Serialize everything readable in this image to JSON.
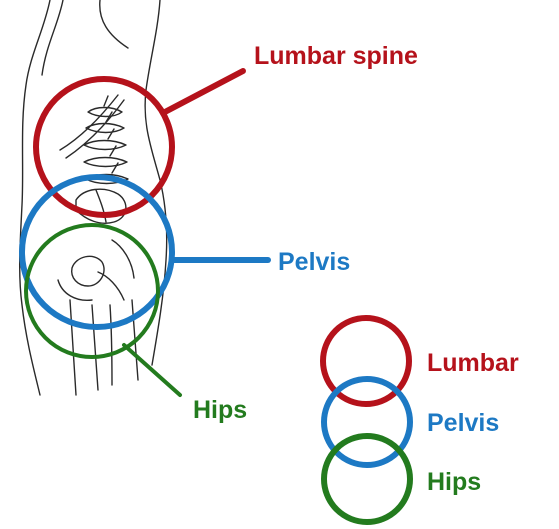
{
  "colors": {
    "lumbar": "#B5121B",
    "pelvis": "#1D79C4",
    "hips": "#237B1E",
    "sketch": "#2a2a2a"
  },
  "labels": {
    "lumbar_spine": "Lumbar spine",
    "pelvis": "Pelvis",
    "hips": "Hips"
  },
  "legend": {
    "lumbar": "Lumbar",
    "pelvis": "Pelvis",
    "hips": "Hips"
  }
}
